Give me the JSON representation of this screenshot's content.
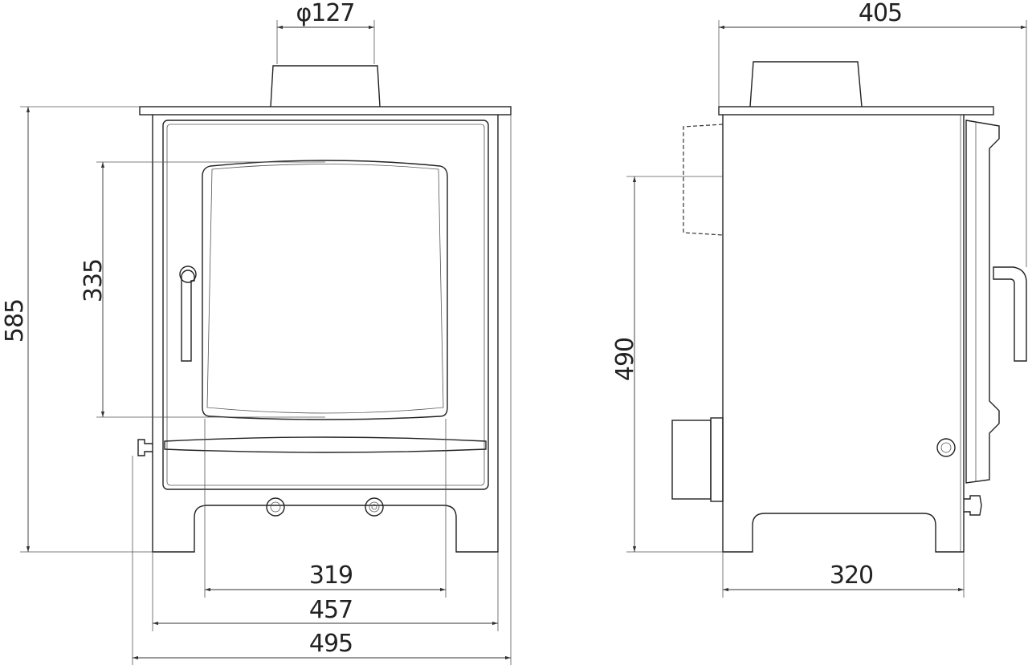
{
  "title": "Stove dimension drawing",
  "front_view": {
    "flue_diameter": "φ127",
    "overall_height": "585",
    "glass_height": "335",
    "glass_width": "319",
    "body_width": "457",
    "overall_width": "495"
  },
  "side_view": {
    "overall_depth": "405",
    "flue_outlet_height": "490",
    "body_depth": "320"
  }
}
